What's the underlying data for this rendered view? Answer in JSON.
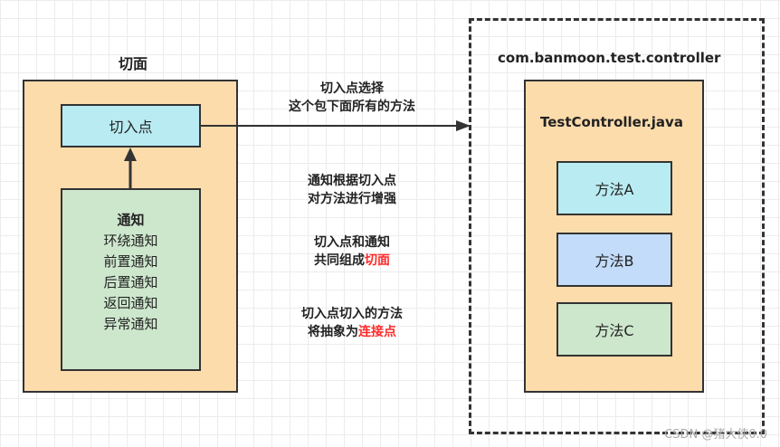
{
  "aspect": {
    "title": "切面",
    "pointcut_label": "切入点",
    "advice": {
      "title": "通知",
      "items": [
        "环绕通知",
        "前置通知",
        "后置通知",
        "返回通知",
        "异常通知"
      ]
    }
  },
  "package": {
    "name": "com.banmoon.test.controller",
    "class_name": "TestController.java",
    "methods": [
      "方法A",
      "方法B",
      "方法C"
    ]
  },
  "notes": {
    "arrow_line1": "切入点选择",
    "arrow_line2": "这个包下面所有的方法",
    "advice_line1": "通知根据切入点",
    "advice_line2": "对方法进行增强",
    "aspect_line1": "切入点和通知",
    "aspect_line2_prefix": "共同组成",
    "aspect_line2_highlight": "切面",
    "joinpoint_line1": "切入点切入的方法",
    "joinpoint_line2_prefix": "将抽象为",
    "joinpoint_line2_highlight": "连接点"
  },
  "watermark": "CSDN @猪大侠0.0",
  "colors": {
    "aspect_fill": "#fddcac",
    "pointcut_fill": "#b9ebf2",
    "advice_fill": "#cde7cd",
    "method_a_fill": "#b9ebf2",
    "method_b_fill": "#c3dcf9",
    "method_c_fill": "#cde7cd",
    "highlight": "#ff2a2a"
  }
}
